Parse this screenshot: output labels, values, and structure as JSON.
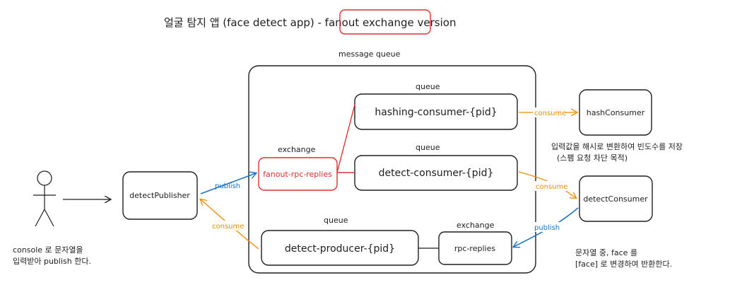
{
  "title": {
    "prefix": "얼굴 탐지 앱 (face detect app) - ",
    "highlight": "fanout exchange",
    "suffix": " version"
  },
  "colors": {
    "red": "#e03131",
    "orange": "#f08c00",
    "blue": "#1971c2",
    "ink": "#1e1e1e"
  },
  "labels": {
    "message_queue": "message queue",
    "queue": "queue",
    "exchange": "exchange"
  },
  "nodes": {
    "hashing_consumer_queue": "hashing-consumer-{pid}",
    "detect_consumer_queue": "detect-consumer-{pid}",
    "detect_producer_queue": "detect-producer-{pid}",
    "fanout_exchange": "fanout-rpc-replies",
    "rpc_exchange": "rpc-replies",
    "detect_publisher": "detectPublisher",
    "hash_consumer": "hashConsumer",
    "detect_consumer": "detectConsumer"
  },
  "edges": {
    "consume": "consume",
    "publish": "publish"
  },
  "notes": {
    "console_line1": "console 로 문자열을",
    "console_line2": "입력받아 publish 한다.",
    "hash_line1": "입력값을 해시로 변환하여 빈도수를 저장",
    "hash_line2": "(스팸 요청 차단 목적)",
    "detect_line1": "문자열 중, face 를",
    "detect_line2": "[face] 로 변경하여 반환한다."
  },
  "icons": {
    "actor": "stick-figure-user-icon"
  }
}
